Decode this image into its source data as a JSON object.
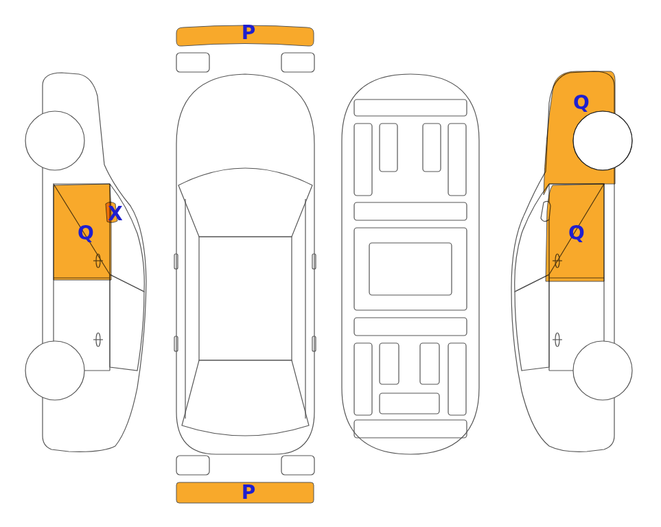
{
  "diagram": {
    "nodes": [
      {
        "text": [
          "P"
        ]
      },
      {
        "text": [
          "Q"
        ]
      },
      {
        "text": [
          "X"
        ]
      },
      {
        "text": [
          "Q"
        ]
      },
      {
        "text": [
          "Q"
        ]
      },
      {
        "text": [
          "P"
        ]
      }
    ]
  }
}
